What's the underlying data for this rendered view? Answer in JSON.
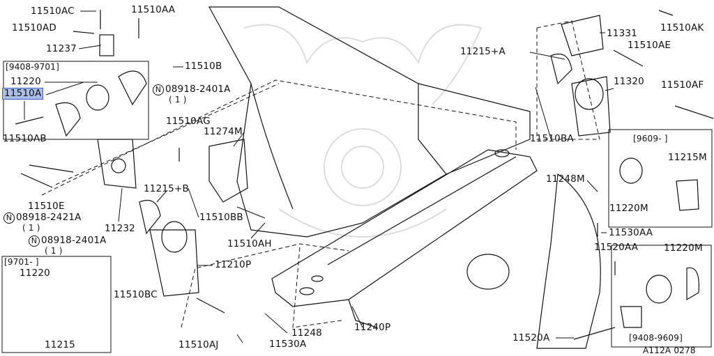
{
  "labels": {
    "l11510AC": "11510AC",
    "l11510AA": "11510AA",
    "l11510AD": "11510AD",
    "l11237": "11237",
    "lBox1Range": "[9408-9701]",
    "l11220a": "11220",
    "l11510A": "11510A",
    "l11510AB": "11510AB",
    "l11510B": "11510B",
    "l08918_2401A_top": "08918-2401A",
    "l1_top": "( 1 )",
    "l11510AG": "11510AG",
    "l11274M": "11274M",
    "l11510E": "11510E",
    "l08918_2421A": "08918-2421A",
    "l1_mid": "( 1 )",
    "l11232": "11232",
    "l11215B": "11215+B",
    "l11510BB": "11510BB",
    "l08918_2401A_low": "08918-2401A",
    "l1_low": "( 1 )",
    "l11510AH": "11510AH",
    "l11210P": "11210P",
    "lBox2Range": "[9701-    ]",
    "l11220b": "11220",
    "l11215": "11215",
    "l11510BC": "11510BC",
    "l11248": "11248",
    "l11510AJ": "11510AJ",
    "l11530A": "11530A",
    "l11240P": "11240P",
    "l11215A": "11215+A",
    "l11331": "11331",
    "l11510AK": "11510AK",
    "l11510AE": "11510AE",
    "l11320": "11320",
    "l11510AF": "11510AF",
    "l11510BA": "11510BA",
    "lBox3Range": "[9609-    ]",
    "l11215M": "11215M",
    "l11220M_a": "11220M",
    "l11248M": "11248M",
    "l11530AA": "11530AA",
    "l11520AA": "11520AA",
    "l11220M_b": "11220M",
    "lBox4Range": "[9408-9609]",
    "l11520A": "11520A",
    "lRef": "A112A 0278"
  },
  "symbols": {
    "circled_n": "N"
  },
  "colors": {
    "line": "#111111",
    "selection": "#a9bde6",
    "selection_border": "#3b63c4",
    "watermark": "#d9d9d9"
  }
}
